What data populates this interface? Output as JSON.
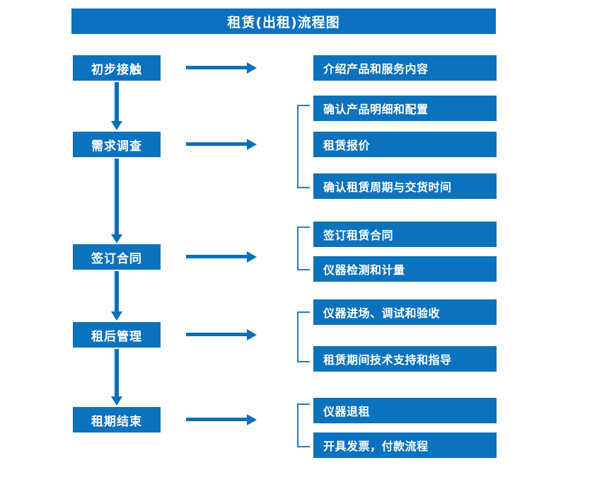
{
  "diagram": {
    "title": "租赁(出租)流程图",
    "colors": {
      "title_bar": "#0A72C0",
      "box": "#0B72BE",
      "arrow": "#0B6FB8",
      "bracket": "#2E78C0",
      "background": "#FFFFFF",
      "text": "#FFFFFF"
    },
    "stages": [
      {
        "label": "初步接触"
      },
      {
        "label": "需求调查"
      },
      {
        "label": "签订合同"
      },
      {
        "label": "租后管理"
      },
      {
        "label": "租期结束"
      }
    ],
    "details": [
      {
        "label": "介绍产品和服务内容"
      },
      {
        "label": "确认产品明细和配置"
      },
      {
        "label": "租赁报价"
      },
      {
        "label": "确认租赁周期与交货时间"
      },
      {
        "label": "签订租赁合同"
      },
      {
        "label": "仪器检测和计量"
      },
      {
        "label": "仪器进场、调试和验收"
      },
      {
        "label": "租赁期间技术支持和指导"
      },
      {
        "label": "仪器退租"
      },
      {
        "label": "开具发票，付款流程"
      }
    ],
    "groups": [
      {
        "stage": "需求调查",
        "details": [
          "确认产品明细和配置",
          "租赁报价",
          "确认租赁周期与交货时间"
        ]
      },
      {
        "stage": "签订合同",
        "details": [
          "签订租赁合同",
          "仪器检测和计量"
        ]
      },
      {
        "stage": "租后管理",
        "details": [
          "仪器进场、调试和验收",
          "租赁期间技术支持和指导"
        ]
      },
      {
        "stage": "租期结束",
        "details": [
          "仪器退租",
          "开具发票，付款流程"
        ]
      }
    ],
    "flow_connections": [
      {
        "from": "初步接触",
        "to": "需求调查"
      },
      {
        "from": "需求调查",
        "to": "签订合同"
      },
      {
        "from": "签订合同",
        "to": "租后管理"
      },
      {
        "from": "租后管理",
        "to": "租期结束"
      }
    ]
  }
}
